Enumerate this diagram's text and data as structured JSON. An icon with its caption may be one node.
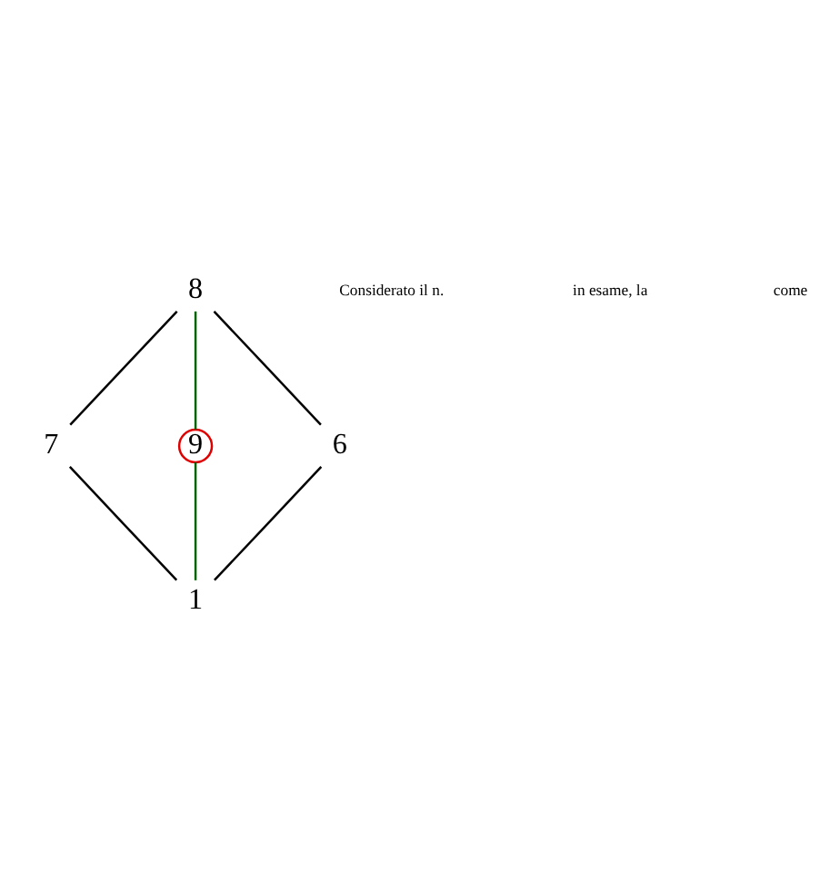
{
  "diagram": {
    "nodes": [
      {
        "text": [
          "8"
        ]
      },
      {
        "text": [
          "7"
        ]
      },
      {
        "text": [
          "9"
        ]
      },
      {
        "text": [
          "6"
        ]
      },
      {
        "text": [
          "1"
        ]
      }
    ],
    "edges": [
      {
        "from": 0,
        "to": 1,
        "arrow": "none"
      },
      {
        "from": 0,
        "to": 3,
        "arrow": "none"
      },
      {
        "from": 1,
        "to": 4,
        "arrow": "none"
      },
      {
        "from": 3,
        "to": 4,
        "arrow": "none"
      },
      {
        "from": 0,
        "to": 2,
        "arrow": "none",
        "color": "#006400"
      },
      {
        "from": 2,
        "to": 4,
        "arrow": "none",
        "color": "#006400"
      }
    ],
    "labels": [
      "Considerato il n.",
      "in esame, la",
      "come"
    ]
  }
}
